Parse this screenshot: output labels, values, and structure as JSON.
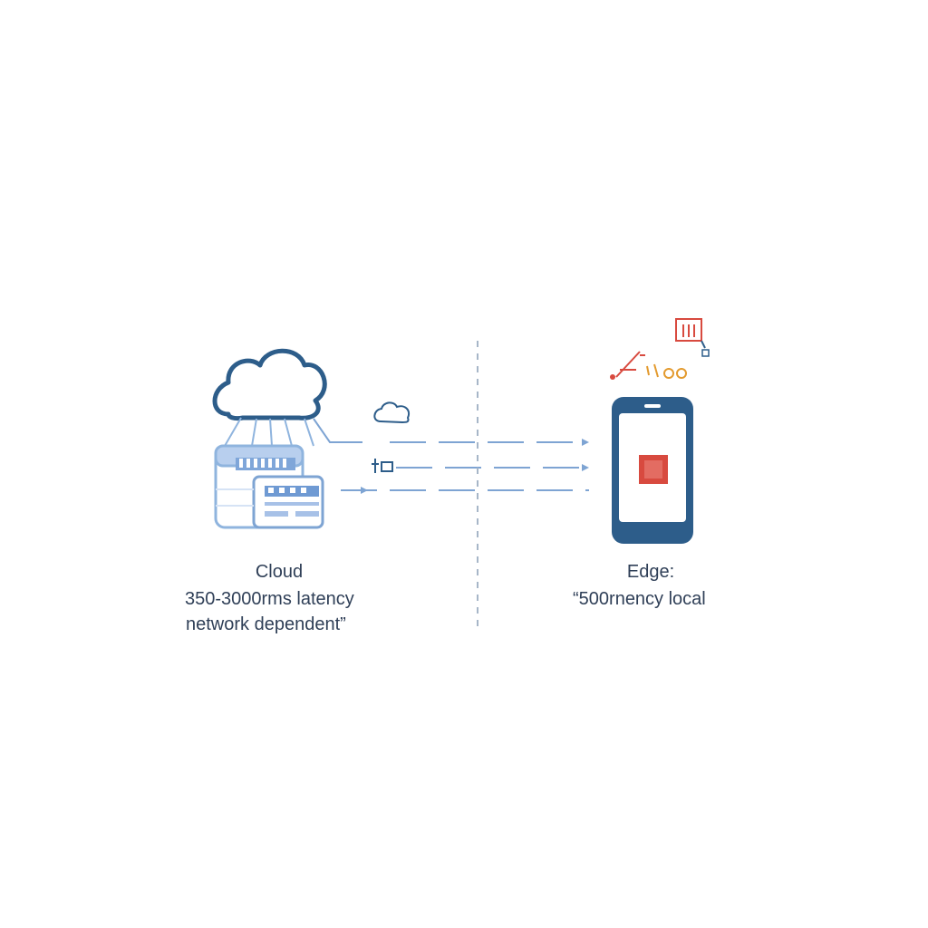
{
  "cloud": {
    "title": "Cloud",
    "latency": "350-3000rms latency",
    "note": "network dependent”"
  },
  "edge": {
    "title": "Edge:",
    "latency": "“500rnency local"
  },
  "midline": {
    "glyph": "‐‹·‐‹·‐‹"
  },
  "colors": {
    "navy": "#2d5d8a",
    "light_blue": "#8fb4de",
    "line_blue": "#7ea4d3",
    "red": "#d84a3f",
    "orange": "#e39a2e",
    "text": "#2f3f57"
  },
  "icons": {
    "cloud": "cloud-icon",
    "server": "server-icon",
    "phone": "phone-icon",
    "small_cloud": "small-cloud-icon",
    "chip": "chip-icon",
    "edge_glyphs": "edge-glyph-icon",
    "edge_box": "edge-box-icon"
  }
}
